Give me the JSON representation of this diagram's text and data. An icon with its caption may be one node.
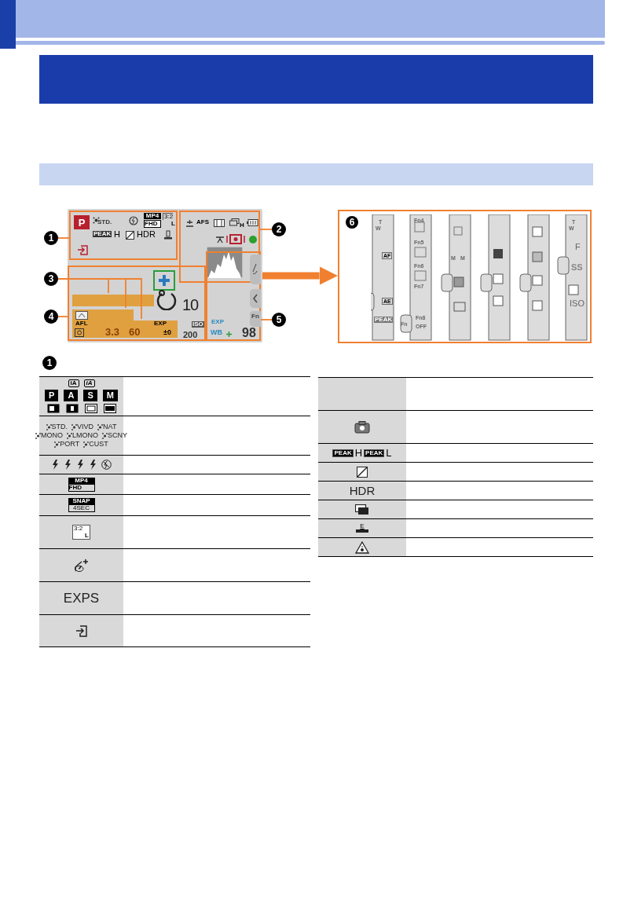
{
  "diagram": {
    "nodes": [
      {
        "text": [],
        "shape": "box"
      },
      {
        "text": [
          "P",
          "STD.",
          "MP4",
          "FHD",
          "3:2",
          "L",
          "PEAK",
          "H",
          "HDR"
        ],
        "in": 0
      },
      {
        "text": [
          "AFS",
          "H"
        ],
        "in": 0
      },
      {
        "text": [
          "10",
          "ISO",
          "200"
        ],
        "in": 0
      },
      {
        "text": [],
        "shape": "bar",
        "in": 3
      },
      {
        "text": [],
        "shape": "bar",
        "in": 3
      },
      {
        "text": [
          "AFL",
          "3.3",
          "60",
          "EXP",
          "±0"
        ],
        "in": 3
      },
      {
        "text": [
          "Fn",
          "EXP",
          "WB",
          "98"
        ],
        "in": 0
      },
      {
        "text": [
          "1"
        ]
      },
      {
        "text": [
          "2"
        ]
      },
      {
        "text": [
          "3"
        ]
      },
      {
        "text": [
          "4"
        ]
      },
      {
        "text": [
          "5"
        ]
      },
      {
        "text": [
          "6",
          "T",
          "W",
          "AF",
          "AE",
          "PEAK",
          "Fn4",
          "Fn5",
          "Fn6",
          "Fn7",
          "Fn",
          "Fn8",
          "OFF",
          "M",
          "M",
          "T",
          "W",
          "F",
          "SS",
          "ISO"
        ]
      },
      {
        "text": [
          "1"
        ]
      },
      {
        "text": [],
        "shape": "bar"
      },
      {
        "text": [],
        "shape": "bar"
      }
    ],
    "edges": [
      {
        "from": 8,
        "to": 1,
        "arrow": "none"
      },
      {
        "from": 9,
        "to": 2,
        "arrow": "none"
      },
      {
        "from": 10,
        "to": 4,
        "arrow": "none"
      },
      {
        "from": 10,
        "to": 5,
        "arrow": "none"
      },
      {
        "from": 10,
        "to": 6,
        "arrow": "none"
      },
      {
        "from": 11,
        "to": 3,
        "arrow": "none"
      },
      {
        "from": 12,
        "to": 7,
        "arrow": "none"
      },
      {
        "from": 0,
        "to": 13,
        "arrow": "to",
        "style": "thick"
      }
    ],
    "labels": [
      "iA",
      "iA",
      "P",
      "A",
      "S",
      "M",
      "STD.",
      "VIVD",
      "NAT",
      "MONO",
      "LMONO",
      "SCNY",
      "PORT",
      "CUST",
      "MP4",
      "FHD",
      "SNAP",
      "4SEC",
      "3:2",
      "L",
      "EXPS",
      "PEAK",
      "H",
      "PEAK",
      "L",
      "HDR",
      "E"
    ]
  }
}
